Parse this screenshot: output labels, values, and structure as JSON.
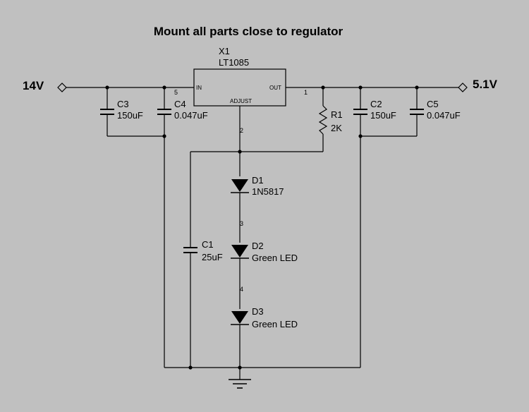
{
  "title": "Mount all parts close to regulator",
  "regulator": {
    "ref": "X1",
    "part": "LT1085",
    "pin_in": "IN",
    "pin_out": "OUT",
    "pin_adjust": "ADJUST"
  },
  "ports": {
    "input": "14V",
    "output": "5.1V"
  },
  "nets": {
    "n1": "1",
    "n2": "2",
    "n3": "3",
    "n4": "4",
    "n5": "5"
  },
  "components": {
    "c3": {
      "ref": "C3",
      "value": "150uF"
    },
    "c4": {
      "ref": "C4",
      "value": "0.047uF"
    },
    "c2": {
      "ref": "C2",
      "value": "150uF"
    },
    "c5": {
      "ref": "C5",
      "value": "0.047uF"
    },
    "r1": {
      "ref": "R1",
      "value": "2K"
    },
    "c1": {
      "ref": "C1",
      "value": "25uF"
    },
    "d1": {
      "ref": "D1",
      "value": "1N5817"
    },
    "d2": {
      "ref": "D2",
      "value": "Green LED"
    },
    "d3": {
      "ref": "D3",
      "value": "Green LED"
    }
  },
  "colors": {
    "background": "#c0c0c0",
    "ink": "#000000"
  }
}
